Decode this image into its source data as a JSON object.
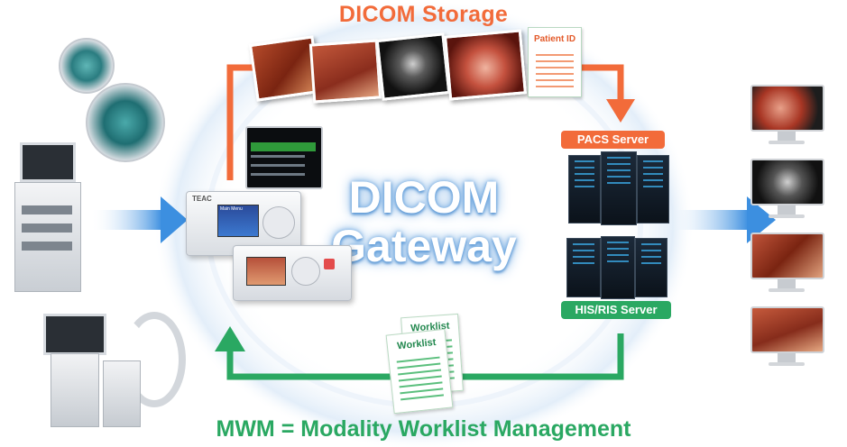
{
  "diagram": {
    "top_title": "DICOM Storage",
    "center_line1": "DICOM",
    "center_line2": "Gateway",
    "bottom_title": "MWM = Modality Worklist Management",
    "patient_id_label": "Patient ID",
    "pacs_label": "PACS Server",
    "his_ris_label": "HIS/RIS Server",
    "worklist_label": "Worklist",
    "device_brand": "TEAC",
    "device_menu": "Main Menu"
  },
  "colors": {
    "orange": "#f26b3a",
    "green": "#2aa862",
    "blue_arrow": "#3c8fe0"
  }
}
